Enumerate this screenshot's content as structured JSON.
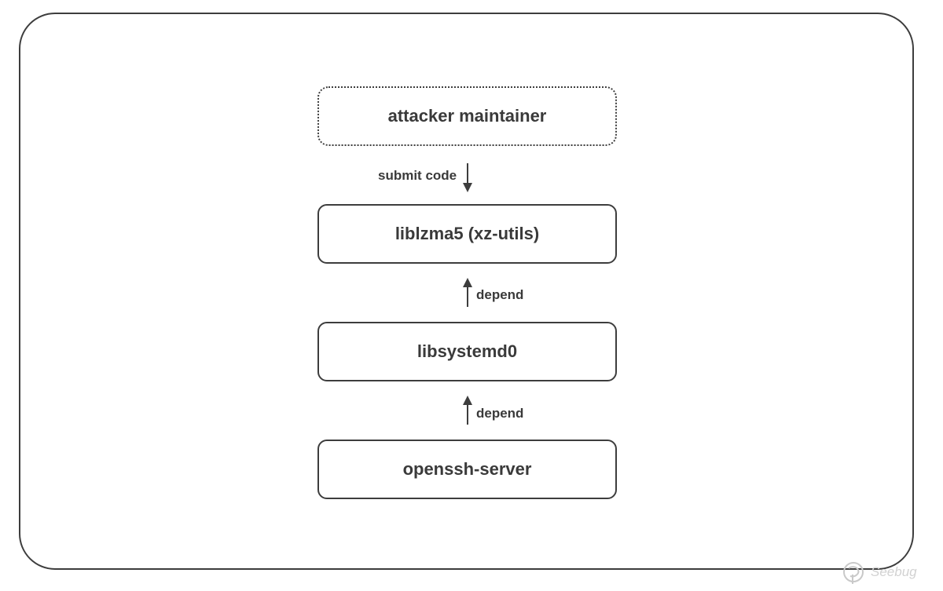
{
  "nodes": {
    "attacker": "attacker maintainer",
    "liblzma": "liblzma5 (xz-utils)",
    "libsystemd": "libsystemd0",
    "openssh": "openssh-server"
  },
  "edges": {
    "submit": "submit code",
    "depend_1": "depend",
    "depend_2": "depend"
  },
  "watermark": {
    "text": "Seebug",
    "icon": "seebug-logo-icon"
  },
  "colors": {
    "stroke": "#3d3d3d",
    "text": "#3a3a3a",
    "watermark": "#c9c9c9"
  }
}
